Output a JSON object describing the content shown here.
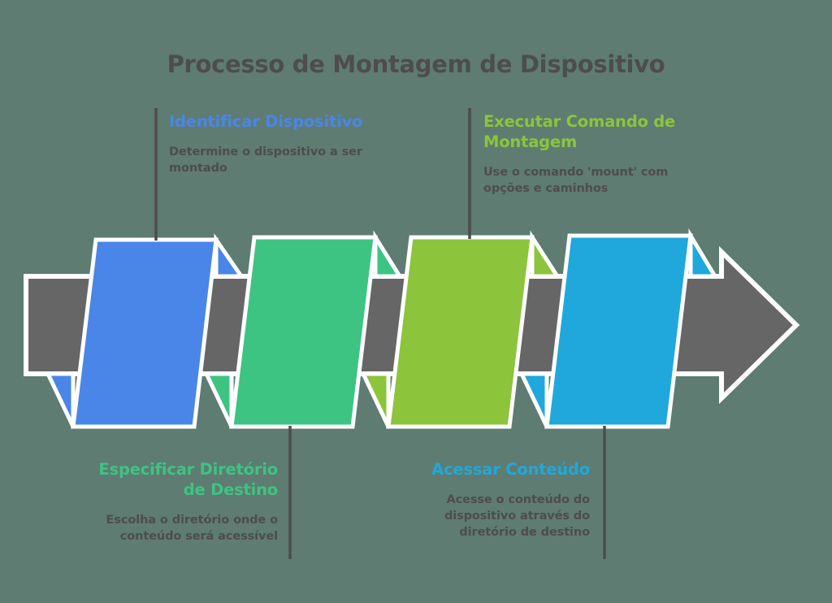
{
  "title": "Processo de Montagem de Dispositivo",
  "colors": {
    "background": "#5e7c71",
    "arrow": "#666666",
    "arrow_stroke": "#ffffff",
    "title_text": "#4d4d4d",
    "desc_text": "#4d4d4d",
    "connector": "#4d4d4d"
  },
  "steps": [
    {
      "index": 1,
      "title": "Identificar Dispositivo",
      "description": "Determine o dispositivo a ser montado",
      "color": "#4a86e8",
      "position": "top",
      "align": "left"
    },
    {
      "index": 2,
      "title": "Especificar Diretório de Destino",
      "description": "Escolha o diretório onde o conteúdo será acessível",
      "color": "#3dc483",
      "position": "bottom",
      "align": "right"
    },
    {
      "index": 3,
      "title": "Executar Comando de Montagem",
      "description": "Use o comando 'mount' com opções e caminhos",
      "color": "#8cc43c",
      "position": "top",
      "align": "left"
    },
    {
      "index": 4,
      "title": "Acessar Conteúdo",
      "description": "Acesse o conteúdo do dispositivo através do diretório de destino",
      "color": "#20a8dc",
      "position": "bottom",
      "align": "right"
    }
  ]
}
